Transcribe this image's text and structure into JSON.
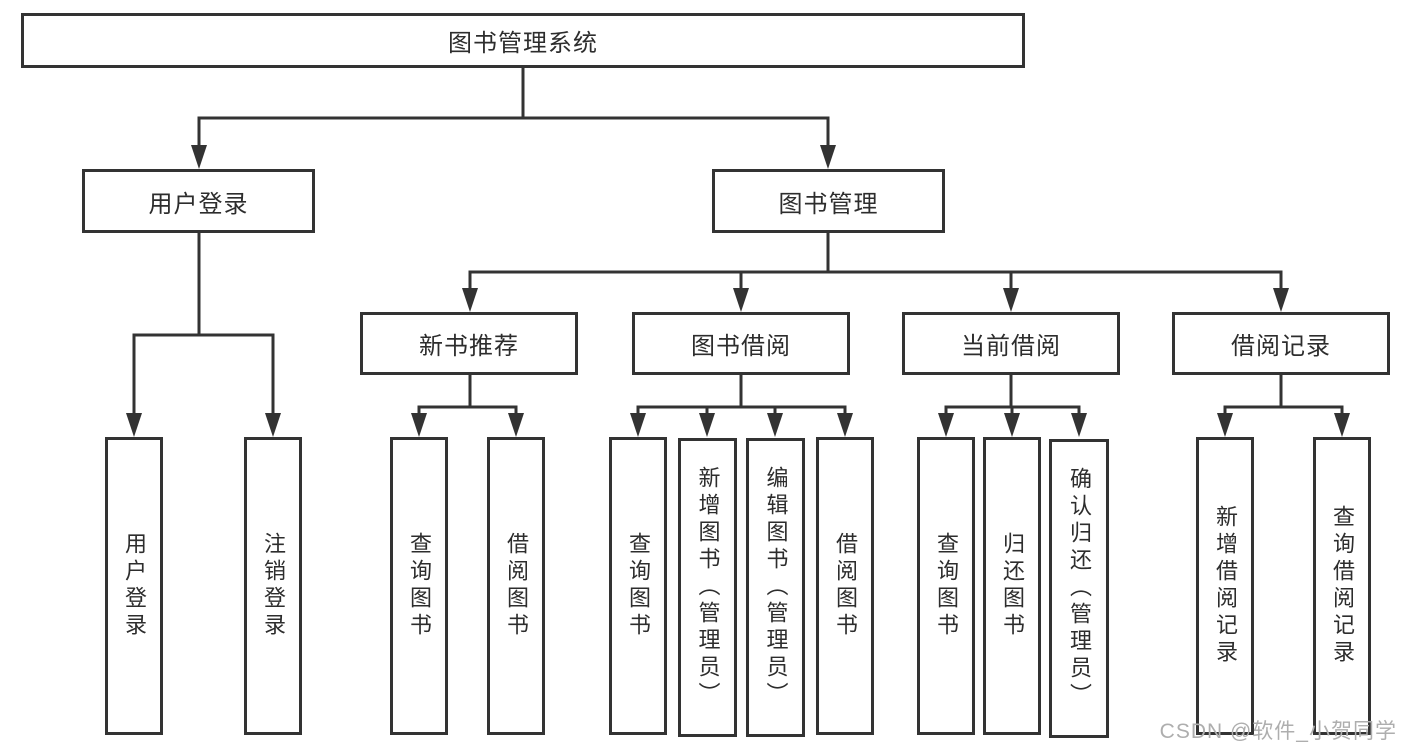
{
  "tree": {
    "root": {
      "label": "图书管理系统"
    },
    "branches": [
      {
        "label": "用户登录",
        "children": [
          {
            "label": "用户登录"
          },
          {
            "label": "注销登录"
          }
        ]
      },
      {
        "label": "图书管理",
        "children": [
          {
            "label": "新书推荐",
            "children": [
              {
                "label": "查询图书"
              },
              {
                "label": "借阅图书"
              }
            ]
          },
          {
            "label": "图书借阅",
            "children": [
              {
                "label": "查询图书"
              },
              {
                "label": "新增图书（管理员）"
              },
              {
                "label": "编辑图书（管理员）"
              },
              {
                "label": "借阅图书"
              }
            ]
          },
          {
            "label": "当前借阅",
            "children": [
              {
                "label": "查询图书"
              },
              {
                "label": "归还图书"
              },
              {
                "label": "确认归还（管理员）"
              }
            ]
          },
          {
            "label": "借阅记录",
            "children": [
              {
                "label": "新增借阅记录"
              },
              {
                "label": "查询借阅记录"
              }
            ]
          }
        ]
      }
    ]
  },
  "watermark": {
    "text": "CSDN @软件_小贺同学"
  },
  "colors": {
    "line": "#333333",
    "text": "#2d2d2d",
    "background": "#ffffff",
    "watermark": "#aeaeae"
  }
}
